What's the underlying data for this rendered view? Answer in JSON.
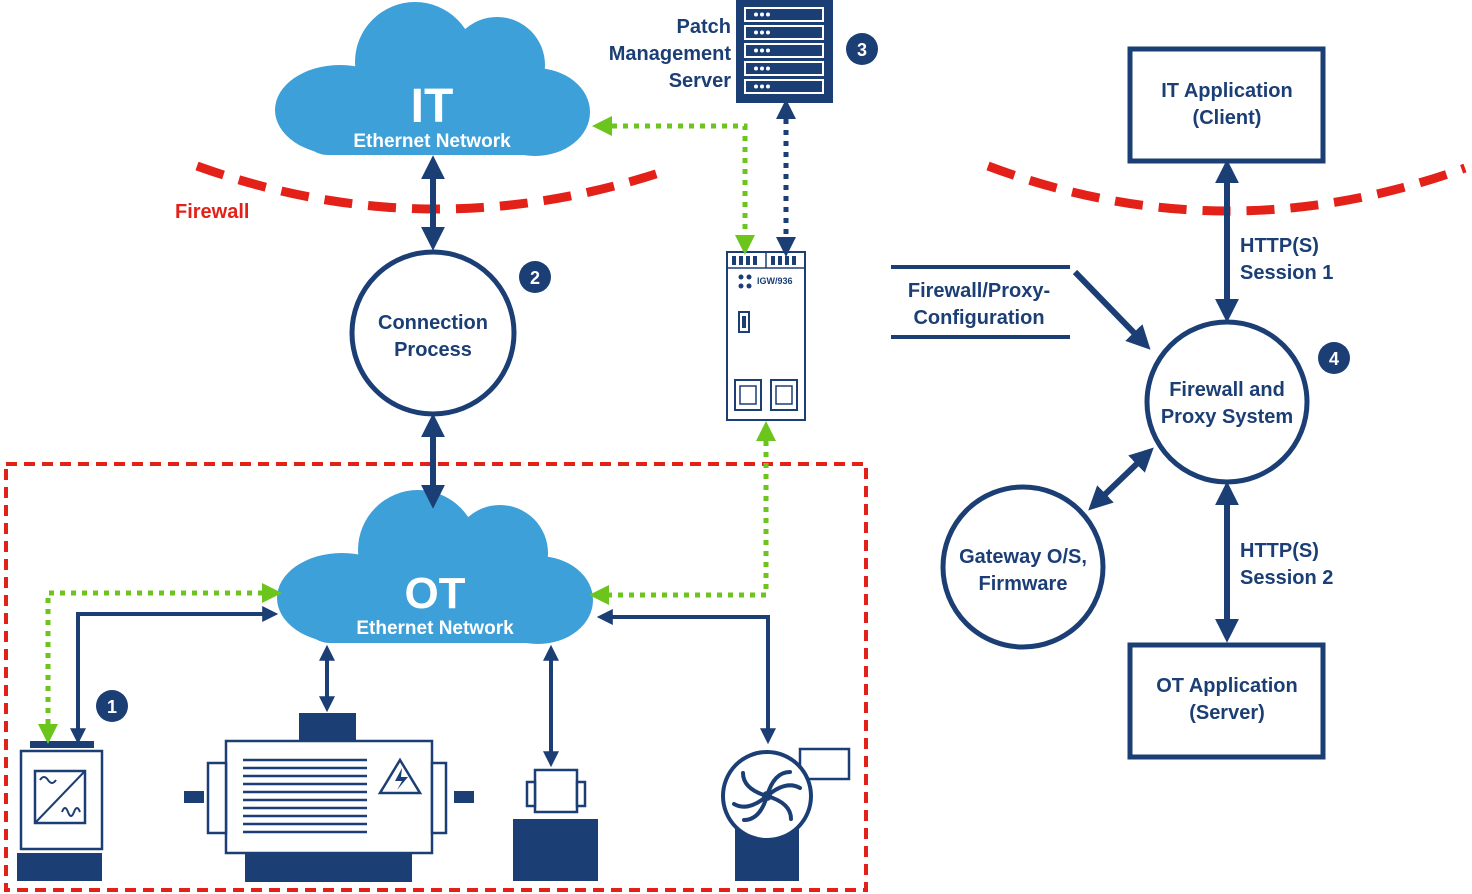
{
  "colors": {
    "navy": "#1b3e75",
    "cloud": "#3ea0d8",
    "firewall_red": "#e32119",
    "green": "#6cc51c"
  },
  "it_cloud": {
    "title": "IT",
    "subtitle": "Ethernet Network"
  },
  "ot_cloud": {
    "title": "OT",
    "subtitle": "Ethernet Network"
  },
  "firewall": {
    "label": "Firewall"
  },
  "connection_process": {
    "line1": "Connection",
    "line2": "Process"
  },
  "patch_server": {
    "line1": "Patch",
    "line2": "Management",
    "line3": "Server"
  },
  "gateway_device": {
    "model": "IGW/936"
  },
  "badges": [
    "1",
    "2",
    "3",
    "4"
  ],
  "it_application": {
    "line1": "IT Application",
    "line2": "(Client)"
  },
  "ot_application": {
    "line1": "OT Application",
    "line2": "(Server)"
  },
  "session1": {
    "line1": "HTTP(S)",
    "line2": "Session 1"
  },
  "session2": {
    "line1": "HTTP(S)",
    "line2": "Session 2"
  },
  "fw_proxy_config": {
    "line1": "Firewall/Proxy-",
    "line2": "Configuration"
  },
  "fw_proxy_system": {
    "line1": "Firewall and",
    "line2": "Proxy System"
  },
  "gateway_os": {
    "line1": "Gateway O/S,",
    "line2": "Firmware"
  },
  "icons": [
    "server-rack-icon",
    "frequency-inverter-icon",
    "electric-motor-icon",
    "high-voltage-icon",
    "sensor-icon",
    "fan-icon"
  ]
}
